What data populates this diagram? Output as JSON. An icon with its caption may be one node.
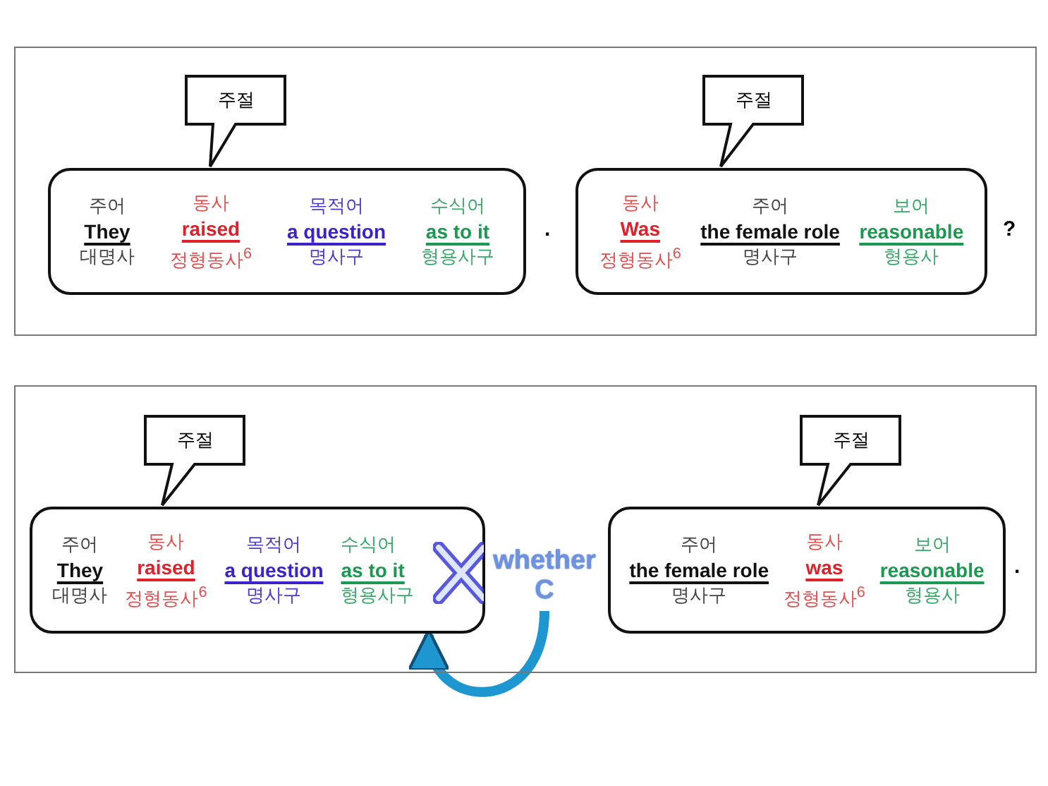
{
  "diagram": {
    "nodes": [
      {
        "text": [],
        "shape": "box"
      },
      {
        "text": [
          "주절"
        ],
        "in": 0
      },
      {
        "text": [
          "주어",
          "They",
          "대명사",
          "동사",
          "raised",
          "정형동사$^{6}$",
          "목적어",
          "a question",
          "명사구",
          "수식어",
          "as to it",
          "형용사구"
        ],
        "in": 0
      },
      {
        "text": [
          "주절"
        ],
        "in": 0
      },
      {
        "text": [
          "동사",
          "Was",
          "정형동사$^{6}$",
          "주어",
          "the female role",
          "명사구",
          "보어",
          "reasonable",
          "형용사"
        ],
        "in": 0
      },
      {
        "text": [],
        "shape": "box"
      },
      {
        "text": [
          "주절"
        ],
        "in": 5
      },
      {
        "text": [
          "주어",
          "They",
          "대명사",
          "동사",
          "raised",
          "정형동사$^{6}$",
          "목적어",
          "a question",
          "명사구",
          "수식어",
          "as to it",
          "형용사구"
        ],
        "in": 5
      },
      {
        "text": [
          "whether C"
        ],
        "in": 5
      },
      {
        "text": [
          "주절"
        ],
        "in": 5
      },
      {
        "text": [
          "주어",
          "the female role",
          "명사구",
          "동사",
          "was",
          "정형동사$^{6}$",
          "보어",
          "reasonable",
          "형용사"
        ],
        "in": 5
      }
    ],
    "edges": [
      {
        "from": 8,
        "to": 7,
        "arrow": "to"
      }
    ],
    "labels": [
      ".",
      "?",
      "."
    ]
  }
}
